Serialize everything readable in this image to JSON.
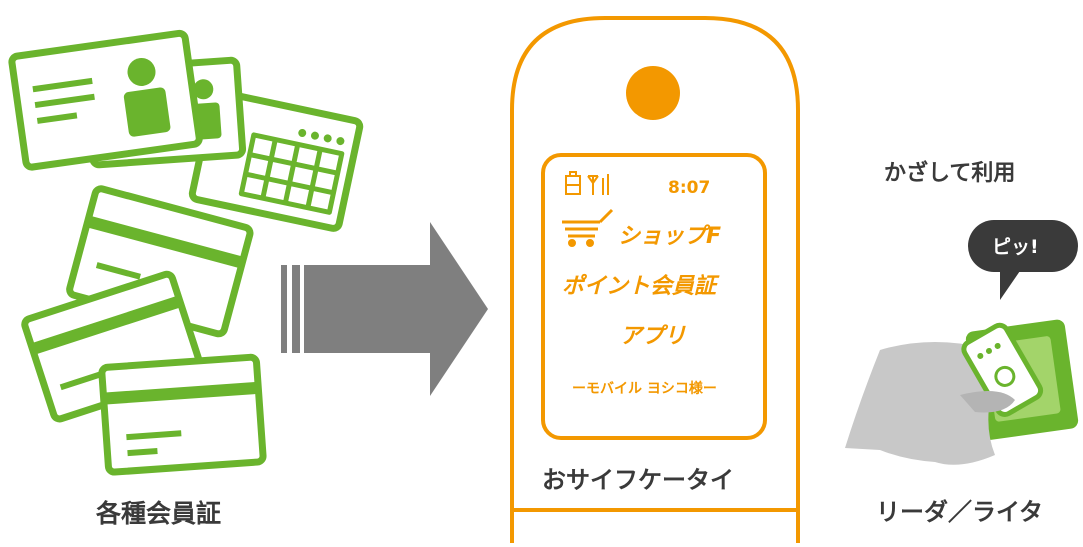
{
  "left": {
    "label": "各種会員証"
  },
  "phone": {
    "label": "おサイフケータイ",
    "screen": {
      "time": "8:07",
      "shop": "ショップF",
      "line1": "ポイント会員証",
      "line2": "アプリ",
      "user": "ーモバイル ヨシコ様ー"
    }
  },
  "right": {
    "caption": "かざして利用",
    "bubble": "ピッ!",
    "label": "リーダ／ライタ"
  },
  "colors": {
    "green": "#6ab42d",
    "orange": "#f39800",
    "gray": "#7f7f7f",
    "dark": "#3a3a3a",
    "hand": "#c8c8c8"
  }
}
